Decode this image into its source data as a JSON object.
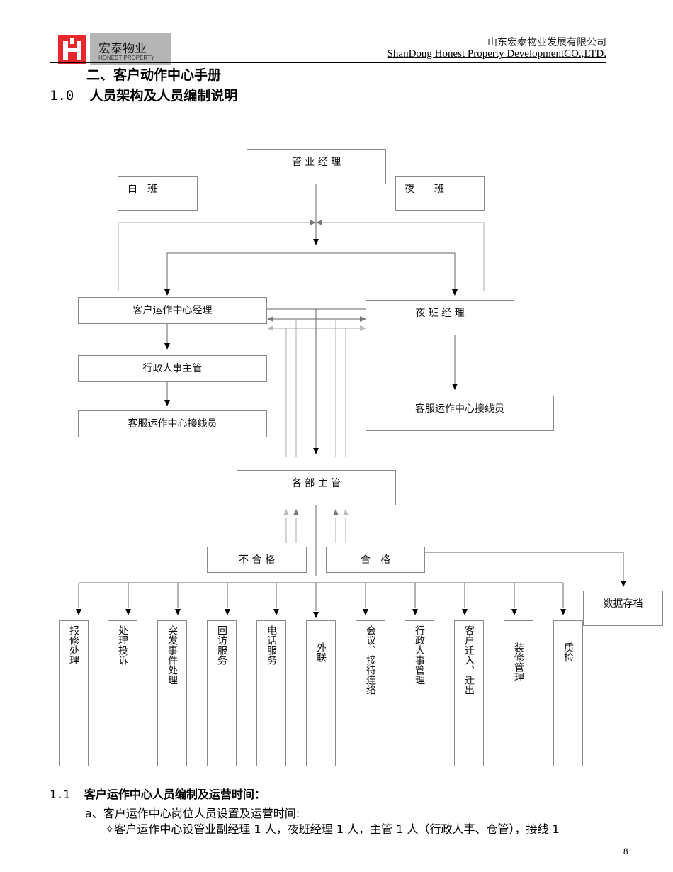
{
  "header": {
    "logo_text": "宏泰物业",
    "logo_sub": "HONEST PROPERTY",
    "company_cn": "山东宏泰物业发展有限公司",
    "company_en": "ShanDong Honest Property DevelopmentCO.,LTD."
  },
  "section_title": "二、客户动作中心手册",
  "subsection": {
    "number": "1.0",
    "title": "人员架构及人员编制说明"
  },
  "org_chart": {
    "top": "管 业 经 理",
    "day_shift": "白　班",
    "night_shift": "夜　　班",
    "left_manager": "客户运作中心经理",
    "right_manager": "夜 班 经 理",
    "admin_supervisor": "行政人事主管",
    "left_operator": "客服运作中心接线员",
    "right_operator": "客服运作中心接线员",
    "dept_supervisor": "各 部 主 管",
    "fail": "不 合 格",
    "pass": "合　格",
    "archive": "数据存档",
    "tasks": [
      "报修处理",
      "处理投诉",
      "突发事件处理",
      "回访服务",
      "电话服务",
      "外联",
      "会议、接待连络",
      "行政人事管理",
      "客户迁入、迁出",
      "装修管理",
      "质检"
    ]
  },
  "section_1_1": {
    "number": "1.1",
    "title": "客户运作中心人员编制及运营时间：",
    "line_a": "a、客户运作中心岗位人员设置及运营时间:",
    "line_b": "✧客户运作中心设管业副经理 1 人，夜班经理 1 人，主管 1 人（行政人事、仓管），接线 1"
  },
  "page_number": "8"
}
